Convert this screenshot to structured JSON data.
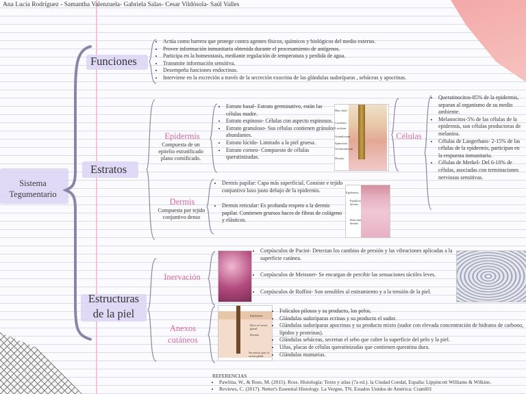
{
  "authors": "Ana Lucía Rodríguez - Samantha Valenzuela- Gabriela Salas- Cesar Vildósola- Saúl Valles",
  "root": {
    "line1": "Sistema",
    "line2": "Tegumentario"
  },
  "funciones": {
    "title": "Funciones",
    "items": [
      "Actúa como barrera que protege contra agentes físicos, químicos y biológicos del medio externo.",
      "Provee información inmunitaria obtenida durante el procesamiento de antígenos.",
      "Participa en la homeostasis, mediante regulación de temperatura y perdida de agua.",
      "Transmite información sensitiva.",
      "Desempeña funciones endocrinas.",
      "Interviene en la excreción  a través de la secreción exocrina de las glándulas sudoríparas , sebáceas y apocrinas."
    ]
  },
  "estratos": {
    "title": "Estratos",
    "epidermis": {
      "title": "Epidermis",
      "desc": "Compuesta de un epitelio estratificado plano cornificado.",
      "items": [
        "Estrato basal- Estrato germinativo, están las células madre.",
        "Estrato espinoso- Células con aspecto espinosos.",
        "Estrato granuloso- Sus células contienen gránulos abundantes.",
        "Estrato lúcido- Limitado a la piel gruesa.",
        "Estrato corneo- Compuesto de células queratinizadas."
      ]
    },
    "dermis": {
      "title": "Dermis",
      "desc": "Compuesta por tejido conjuntivo denso",
      "items": [
        "Dermis papilar: Capa más superficial, Consiste e tejido conjuntivo laxo justo debajo de la epidermis.",
        "Dermis reticular: Es profunda respeto a la dermis papilar. Contienen gruesos haces de fibras de colágeno y elásticos."
      ]
    },
    "celulas": {
      "title": "Células",
      "items": [
        "Queratinocitos-85% de la epidermis, separan al organismo de su medio ambiente.",
        "Melanocitos-5% de las células de la epidermis, son células productoras de melanina.",
        "Células de Langerhans- 2-15% de las células de la epidermis, participan en la respuesta inmunitaria.",
        "Células de Merkel- Del 6-10%  de células,  asociadas con terminaciones nerviosas sensitivas."
      ]
    },
    "skin_labels": [
      "Hair shaft",
      "Corneum",
      "Lucidum",
      "Granulosum",
      "Spinosum",
      "Germinativum",
      "Dermis"
    ],
    "dermis_labels": [
      "Epidermis",
      "Papillary dermis",
      "Reticular dermis"
    ]
  },
  "estructuras": {
    "title_line1": "Estructuras",
    "title_line2": "de la piel",
    "inervacion": {
      "title": "Inervación",
      "items": [
        "Corpúsculos de Pacini- Detectan los cambios de presión y las vibraciones aplicadas a la superficie cutánea.",
        "Corpúsculos de Meissner- Se encargan de percibir las sensaciones táctiles leves.",
        "Corpúsculos de Ruffini- Son sensibles al estiramiento y a la tensión de la piel."
      ]
    },
    "anexos": {
      "title_line1": "Anexos",
      "title_line2": "cutáneos",
      "items": [
        "Folículos pilosos y su producto,  los pelos.",
        "Glándulas sudoríparas ecrinas y su producto el sudor.",
        "Glándulas sudoríparas apocrinas y su producto mixto (sudor con elevada concentración de hidratos de carbono, lípidos y proteínas).",
        "Glándulas sebáceas, secretan el sebo que cubre la superficie del pelo y la piel.",
        "Uñas, placas de células queratinizadas que contienen queratina dura.",
        "Glándulas mamarias."
      ],
      "image_labels": [
        "Epidermis",
        "Duct of sweat gland",
        "Dermis",
        "Secretory part of sweat gland"
      ]
    }
  },
  "referencias": {
    "title": "REFERENCIAS",
    "items": [
      "Pawlina, W., & Ross, M. (2015). Ross. Histología: Texto y atlas (7a ed.). la Ciudad Condal, España: Lippincott Williams & Wilkins.",
      "Reviews, C. (2017). Netter's Essential Histology. La Vergne, TN, Estados Unidos de América: CramI01"
    ]
  },
  "colors": {
    "accent_pink": "#d46aa2",
    "brush_lavender": "#dcd3f5",
    "brace": "#8a85a8"
  }
}
